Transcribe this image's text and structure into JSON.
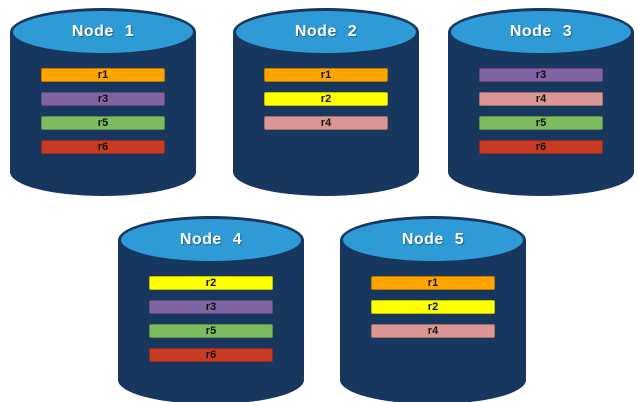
{
  "diagram": {
    "type": "database-replication-diagram",
    "nodes": [
      {
        "label": "Node 1",
        "records": [
          "r1",
          "r3",
          "r5",
          "r6"
        ]
      },
      {
        "label": "Node 2",
        "records": [
          "r1",
          "r2",
          "r4"
        ]
      },
      {
        "label": "Node 3",
        "records": [
          "r3",
          "r4",
          "r5",
          "r6"
        ]
      },
      {
        "label": "Node 4",
        "records": [
          "r2",
          "r3",
          "r5",
          "r6"
        ]
      },
      {
        "label": "Node 5",
        "records": [
          "r1",
          "r2",
          "r4"
        ]
      }
    ],
    "record_colors": {
      "r1": "#FFA500",
      "r2": "#FFFF00",
      "r3": "#8064A2",
      "r4": "#D99694",
      "r5": "#7CBB5F",
      "r6": "#C93A23"
    },
    "colors": {
      "cylinder_body": "#17375E",
      "cylinder_top": "#2E9AD6",
      "label_text": "#FFFFFF",
      "bar_text": "#101010",
      "background": "#FFFFFF"
    }
  }
}
